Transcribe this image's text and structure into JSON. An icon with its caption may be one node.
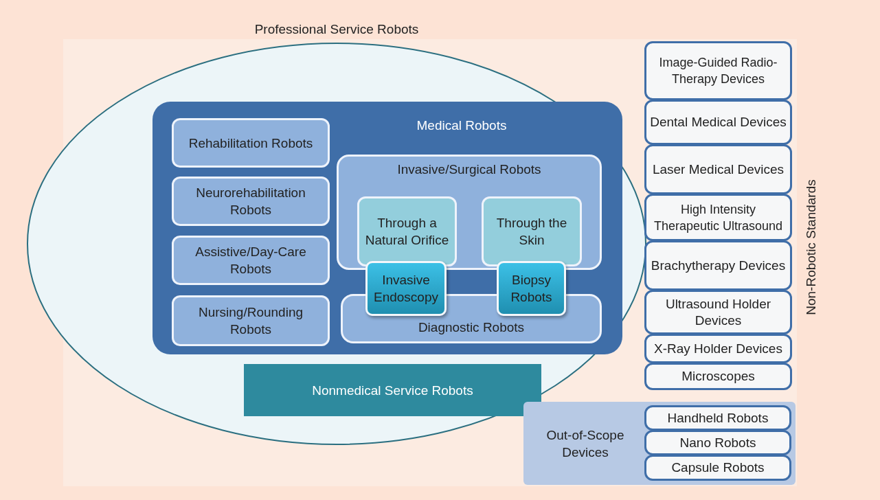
{
  "diagram": {
    "nodes": [
      {
        "text": [
          "Professional Service Robots"
        ]
      },
      {
        "text": [
          "Medical Robots"
        ],
        "in": 0
      },
      {
        "text": [
          "Rehabilitation Robots"
        ],
        "in": 1
      },
      {
        "text": [
          "Neurorehabilitation Robots"
        ],
        "in": 1
      },
      {
        "text": [
          "Assistive/Day-Care Robots"
        ],
        "in": 1
      },
      {
        "text": [
          "Nursing/Rounding Robots"
        ],
        "in": 1
      },
      {
        "text": [
          "Invasive/Surgical Robots"
        ],
        "in": 1
      },
      {
        "text": [
          "Through a Natural Orifice"
        ],
        "in": 6
      },
      {
        "text": [
          "Through the Skin"
        ],
        "in": 6
      },
      {
        "text": [
          "Invasive Endoscopy"
        ],
        "in": 1
      },
      {
        "text": [
          "Biopsy Robots"
        ],
        "in": 1
      },
      {
        "text": [
          "Diagnostic Robots"
        ],
        "in": 1
      },
      {
        "text": [
          "Nonmedical Service Robots"
        ],
        "in": 0
      },
      {
        "text": [
          "Image-Guided Radio-Therapy Devices"
        ]
      },
      {
        "text": [
          "Dental Medical Devices"
        ]
      },
      {
        "text": [
          "Laser Medical Devices"
        ]
      },
      {
        "text": [
          "High Intensity Therapeutic Ultrasound"
        ]
      },
      {
        "text": [
          "Brachytherapy Devices"
        ]
      },
      {
        "text": [
          "Ultrasound Holder Devices"
        ]
      },
      {
        "text": [
          "X-Ray Holder Devices"
        ]
      },
      {
        "text": [
          "Microscopes"
        ]
      },
      {
        "text": [
          "Out-of-Scope Devices"
        ]
      },
      {
        "text": [
          "Handheld Robots"
        ],
        "in": 21
      },
      {
        "text": [
          "Nano Robots"
        ],
        "in": 21
      },
      {
        "text": [
          "Capsule Robots"
        ],
        "in": 21
      }
    ],
    "labels": [
      "Non-Robotic Standards"
    ]
  }
}
